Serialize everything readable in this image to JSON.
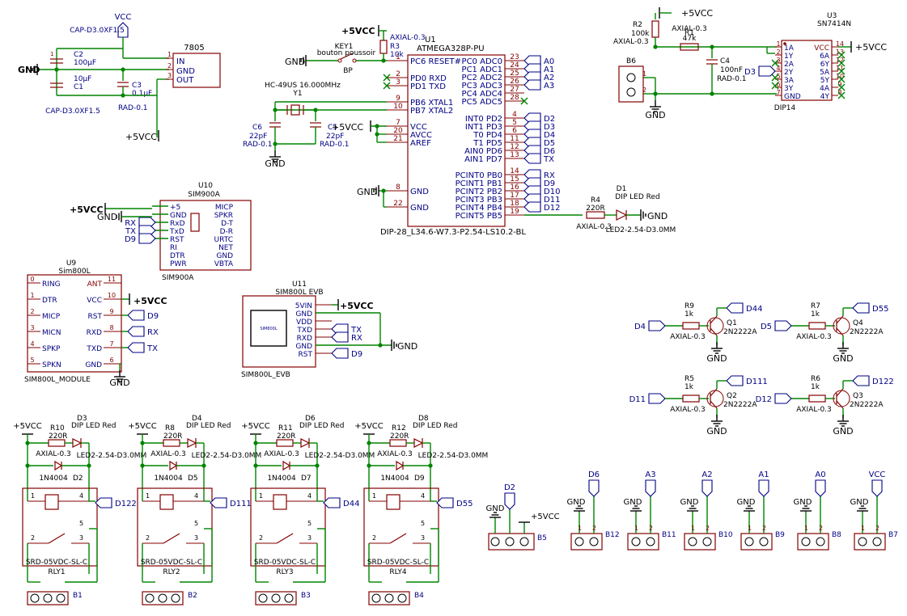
{
  "net": {
    "vcc": "VCC",
    "p5vcc": "+5VCC",
    "gnd": "GND"
  },
  "power": {
    "c2_ref": "C2",
    "c2_val": "100µF",
    "c2_fp": "CAP-D3.0XF1.5",
    "c1_ref": "C1",
    "c1_val": "10µF",
    "c1_fp": "CAP-D3.0XF1.5",
    "c3_ref": "C3",
    "c3_val": "0,1µF",
    "c3_fp": "RAD-0.1",
    "reg_ref": "7805",
    "reg_in": "IN",
    "reg_gnd": "GND",
    "reg_out": "OUT",
    "pin1": "1",
    "pin2": "2",
    "pin3": "3"
  },
  "mcu": {
    "ref": "U1",
    "part": "ATMEGA328P-PU",
    "footprint": "DIP-28_L34.6-W7.3-P2.54-LS10.2-BL",
    "left_pins": [
      {
        "name": "PC6 RESET#",
        "num": "1"
      },
      {
        "name": "PD0 RXD",
        "num": "2"
      },
      {
        "name": "PD1 TXD",
        "num": "3"
      },
      {
        "name": "PB6 XTAL1",
        "num": "9"
      },
      {
        "name": "PB7 XTAL2",
        "num": "10"
      },
      {
        "name": "VCC",
        "num": "7"
      },
      {
        "name": "AVCC",
        "num": "20"
      },
      {
        "name": "AREF",
        "num": "21"
      },
      {
        "name": "GND",
        "num": "8"
      },
      {
        "name": "GND",
        "num": "22"
      }
    ],
    "right_pins": [
      {
        "name": "PC0 ADC0",
        "num": "23",
        "net": "A0"
      },
      {
        "name": "PC1 ADC1",
        "num": "24",
        "net": "A1"
      },
      {
        "name": "PC2 ADC2",
        "num": "25",
        "net": "A2"
      },
      {
        "name": "PC3 ADC3",
        "num": "26",
        "net": "A3"
      },
      {
        "name": "PC4 ADC4",
        "num": "27",
        "net": ""
      },
      {
        "name": "PC5 ADC5",
        "num": "28",
        "net": ""
      },
      {
        "name": "INT0 PD2",
        "num": "4",
        "net": "D2"
      },
      {
        "name": "INT1 PD3",
        "num": "5",
        "net": "D3"
      },
      {
        "name": "T0 PD4",
        "num": "6",
        "net": "D4"
      },
      {
        "name": "T1 PD5",
        "num": "11",
        "net": "D5"
      },
      {
        "name": "AIN0 PD6",
        "num": "12",
        "net": "D6"
      },
      {
        "name": "AIN1 PD7",
        "num": "13",
        "net": "TX"
      },
      {
        "name": "PCINT0 PB0",
        "num": "14",
        "net": "RX"
      },
      {
        "name": "PCINT1 PB1",
        "num": "15",
        "net": "D9"
      },
      {
        "name": "PCINT2 PB2",
        "num": "16",
        "net": "D10"
      },
      {
        "name": "PCINT3 PB3",
        "num": "17",
        "net": "D11"
      },
      {
        "name": "PCINT4 PB4",
        "num": "18",
        "net": "D12"
      },
      {
        "name": "PCINT5 PB5",
        "num": "19",
        "net": ""
      }
    ],
    "key_ref": "KEY1",
    "key_val": "bouton poussoir",
    "key_fp": "BP",
    "r3_ref": "R3",
    "r3_val": "10k",
    "r3_fp": "AXIAL-0.3",
    "y1_part": "HC-49US 16.000MHz",
    "y1_ref": "Y1",
    "c6_ref": "C6",
    "c6_val": "22pF",
    "c6_fp": "RAD-0.1",
    "c5_ref": "C5",
    "c5_val": "22pF",
    "c5_fp": "RAD-0.1",
    "r4_ref": "R4",
    "r4_val": "220R",
    "r4_fp": "AXIAL-0.3",
    "d1_ref": "D1",
    "d1_val": "DIP LED Red",
    "d1_fp": "LED2-2.54-D3.0MM"
  },
  "u3": {
    "ref": "U3",
    "part": "SN7414N",
    "footprint": "DIP14",
    "left_pins": [
      {
        "name": "1A",
        "num": "1"
      },
      {
        "name": "1Y",
        "num": "2"
      },
      {
        "name": "2A",
        "num": "3"
      },
      {
        "name": "2Y",
        "num": "4"
      },
      {
        "name": "3A",
        "num": "5"
      },
      {
        "name": "3Y",
        "num": "6"
      },
      {
        "name": "GND",
        "num": "7"
      }
    ],
    "right_pins": [
      {
        "name": "VCC",
        "num": "14"
      },
      {
        "name": "6A",
        "num": "13"
      },
      {
        "name": "6Y",
        "num": "12"
      },
      {
        "name": "5A",
        "num": "11"
      },
      {
        "name": "5Y",
        "num": "10"
      },
      {
        "name": "4A",
        "num": "9"
      },
      {
        "name": "4Y",
        "num": "8"
      }
    ],
    "r2_ref": "R2",
    "r2_val": "100k",
    "r2_fp": "AXIAL-0.3",
    "r1_ref": "R1",
    "r1_val": "47k",
    "r1_fp": "AXIAL-0.3",
    "c4_ref": "C4",
    "c4_val": "100nF",
    "c4_fp": "RAD-0.1",
    "b6_ref": "B6",
    "d3_net": "D3",
    "pin1": "1",
    "pin2": "2"
  },
  "sim900": {
    "ref": "U10",
    "part": "SIM900A",
    "footprint": "SIM900A",
    "left": [
      "+5",
      "GND",
      "RxD",
      "TxD",
      "RST",
      "RI",
      "DTR",
      "PWR"
    ],
    "right": [
      "MICP",
      "SPKR",
      "D-T",
      "D-R",
      "URTC",
      "NET",
      "GND",
      "VBTA"
    ],
    "nets": [
      "RX",
      "TX",
      "D9"
    ]
  },
  "sim800l": {
    "ref": "U9",
    "part": "Sim800L",
    "footprint": "SIM800L_MODULE",
    "left": [
      {
        "name": "RING",
        "num": "0"
      },
      {
        "name": "DTR",
        "num": "1"
      },
      {
        "name": "MICP",
        "num": "2"
      },
      {
        "name": "MICN",
        "num": "3"
      },
      {
        "name": "SPKP",
        "num": "4"
      },
      {
        "name": "SPKN",
        "num": "5"
      }
    ],
    "right": [
      {
        "name": "ANT",
        "num": "11"
      },
      {
        "name": "VCC",
        "num": "10"
      },
      {
        "name": "RST",
        "num": "9",
        "net": "D9"
      },
      {
        "name": "RXD",
        "num": "8",
        "net": "RX"
      },
      {
        "name": "TXD",
        "num": "7",
        "net": "TX"
      },
      {
        "name": "GND",
        "num": "6",
        "net": ""
      }
    ]
  },
  "sim800evb": {
    "ref": "U11",
    "part": "SIM800L EVB",
    "footprint": "SIM800L_EVB",
    "chip": "SIM800L",
    "pins": [
      "5VIN",
      "GND",
      "VDD",
      "TXD",
      "RXD",
      "GND",
      "RST"
    ],
    "nets": [
      "TX",
      "RX",
      "D9"
    ]
  },
  "transistors": [
    {
      "rref": "R9",
      "rval": "1k",
      "rfp": "AXIAL-0.3",
      "qref": "Q1",
      "qval": "2N2222A",
      "in": "D4",
      "out": "D44"
    },
    {
      "rref": "R7",
      "rval": "1k",
      "rfp": "AXIAL-0.3",
      "qref": "Q4",
      "qval": "2N2222A",
      "in": "D5",
      "out": "D55"
    },
    {
      "rref": "R5",
      "rval": "1k",
      "rfp": "AXIAL-0.3",
      "qref": "Q2",
      "qval": "2N2222A",
      "in": "D11",
      "out": "D111"
    },
    {
      "rref": "R6",
      "rval": "1k",
      "rfp": "AXIAL-0.3",
      "qref": "Q3",
      "qval": "2N2222A",
      "in": "D12",
      "out": "D122"
    }
  ],
  "relays": [
    {
      "rref": "R10",
      "dref": "D3",
      "diode": "D2",
      "bref": "B1",
      "rly": "RLY1",
      "net": "D122"
    },
    {
      "rref": "R8",
      "dref": "D4",
      "diode": "D5",
      "bref": "B2",
      "rly": "RLY2",
      "net": "D111"
    },
    {
      "rref": "R11",
      "dref": "D6",
      "diode": "D7",
      "bref": "B3",
      "rly": "RLY3",
      "net": "D44"
    },
    {
      "rref": "R12",
      "dref": "D8",
      "diode": "D9",
      "bref": "B4",
      "rly": "RLY4",
      "net": "D55"
    }
  ],
  "relay_common": {
    "rval": "220R",
    "rfp": "AXIAL-0.3",
    "led": "DIP LED Red",
    "ledfp": "LED2-2.54-D3.0MM",
    "diode_val": "1N4004",
    "part": "SRD-05VDC-SL-C",
    "supply": "+5VCC",
    "p1": "1",
    "p2": "2",
    "p3": "3",
    "p4": "4",
    "p5": "5"
  },
  "connectors": {
    "b5": {
      "ref": "B5",
      "net": "D2",
      "gnd": "GND",
      "vcc": "+5VCC"
    },
    "two_pin": [
      {
        "ref": "B12",
        "net": "D6"
      },
      {
        "ref": "B11",
        "net": "A3"
      },
      {
        "ref": "B10",
        "net": "A2"
      },
      {
        "ref": "B9",
        "net": "A1"
      },
      {
        "ref": "B8",
        "net": "A0"
      },
      {
        "ref": "B7",
        "net": "VCC"
      }
    ],
    "gnd": "GND",
    "pin1": "1",
    "pin2": "2"
  }
}
